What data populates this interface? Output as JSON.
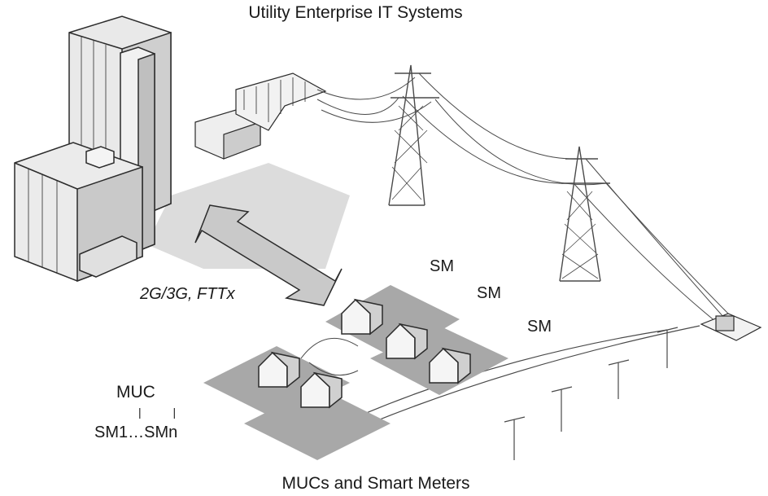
{
  "labels": {
    "top_title": "Utility Enterprise IT Systems",
    "bottom_title": "MUCs and Smart Meters",
    "link": "2G/3G, FTTx",
    "sm_1": "SM",
    "sm_2": "SM",
    "sm_3": "SM",
    "muc": "MUC",
    "muc_bars": "|          |",
    "sm_range": "SM1…SMn"
  },
  "colors": {
    "outline": "#2b2b2b",
    "building_face": "#e6e6e6",
    "building_side": "#c8c8c8",
    "shadow": "#d9d9d9",
    "lot": "#9a9a9a",
    "arrow": "#bdbdbd",
    "tower": "#4a4a4a"
  }
}
